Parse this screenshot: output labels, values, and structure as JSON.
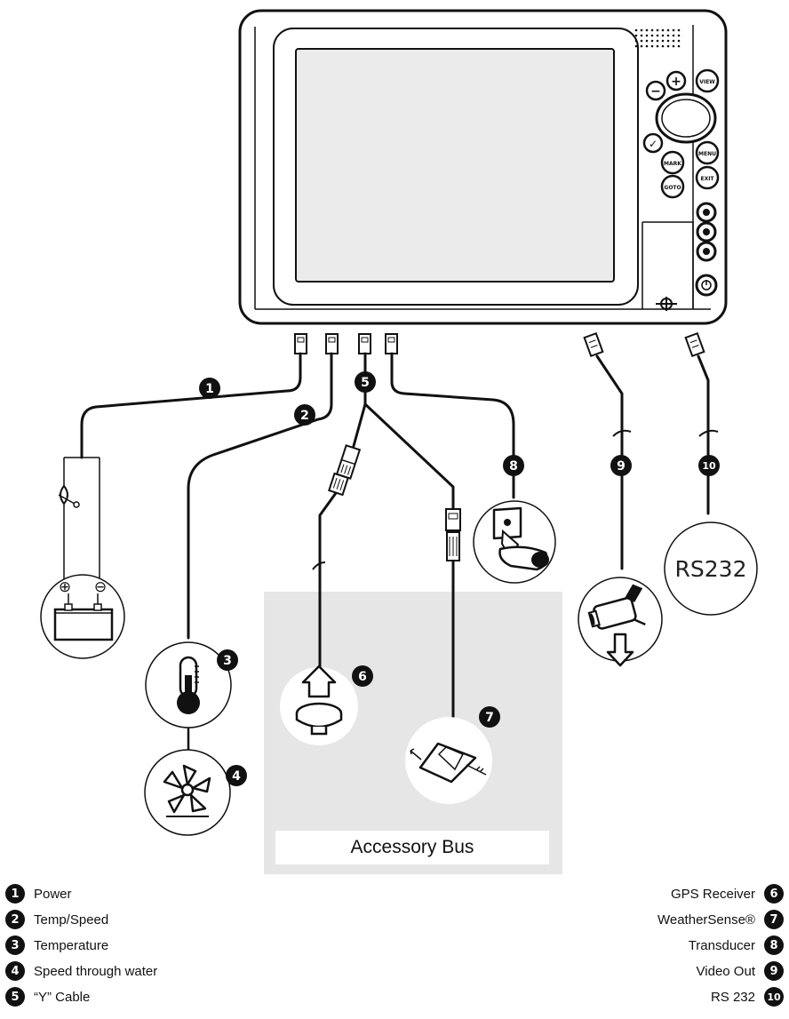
{
  "badges": {
    "b1": "1",
    "b2": "2",
    "b3": "3",
    "b4": "4",
    "b5": "5",
    "b6": "6",
    "b7": "7",
    "b8": "8",
    "b9": "9",
    "b10": "10"
  },
  "device_buttons": {
    "minus": "−",
    "plus": "+",
    "view": "VIEW",
    "menu": "MENU",
    "mark": "MARK",
    "exit": "EXIT",
    "goto": "GOTO",
    "check": "✓"
  },
  "battery_symbols": {
    "positive": "⊕",
    "negative": "⊖"
  },
  "accessory_bus_label": "Accessory Bus",
  "rs232_label": "RS232",
  "legend": {
    "left": [
      {
        "num": "1",
        "label": "Power"
      },
      {
        "num": "2",
        "label": "Temp/Speed"
      },
      {
        "num": "3",
        "label": "Temperature"
      },
      {
        "num": "4",
        "label": "Speed through water"
      },
      {
        "num": "5",
        "label": "“Y” Cable"
      }
    ],
    "right": [
      {
        "num": "6",
        "label": "GPS Receiver"
      },
      {
        "num": "7",
        "label": "WeatherSense®"
      },
      {
        "num": "8",
        "label": "Transducer"
      },
      {
        "num": "9",
        "label": "Video Out"
      },
      {
        "num": "10",
        "label": "RS 232"
      }
    ]
  },
  "colors": {
    "ink": "#111111",
    "accessory_panel": "#e6e6e6",
    "white": "#ffffff"
  }
}
